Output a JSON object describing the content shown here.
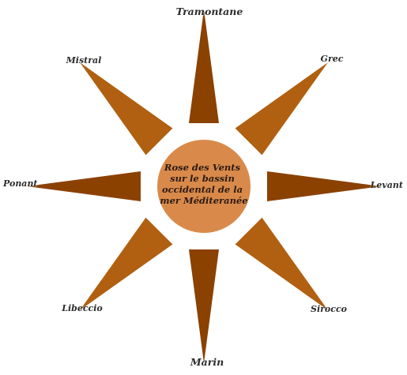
{
  "center": {
    "title_lines": [
      "Rose des Vents",
      "sur le bassin",
      "occidental de la",
      "mer Méditeranée"
    ],
    "fill_color": "#d98a4a"
  },
  "colors": {
    "cardinal_point": "#8b4100",
    "ordinal_point": "#b06010",
    "ring": "#ffffff"
  },
  "winds": [
    {
      "id": "tramontane",
      "label": "Tramontane",
      "kind": "cardinal",
      "direction_deg": 0
    },
    {
      "id": "grec",
      "label": "Grec",
      "kind": "ordinal",
      "direction_deg": 45
    },
    {
      "id": "levant",
      "label": "Levant",
      "kind": "cardinal",
      "direction_deg": 90
    },
    {
      "id": "sirocco",
      "label": "Sirocco",
      "kind": "ordinal",
      "direction_deg": 135
    },
    {
      "id": "marin",
      "label": "Marin",
      "kind": "cardinal",
      "direction_deg": 180
    },
    {
      "id": "libeccio",
      "label": "Libeccio",
      "kind": "ordinal",
      "direction_deg": 225
    },
    {
      "id": "ponant",
      "label": "Ponant",
      "kind": "cardinal",
      "direction_deg": 270
    },
    {
      "id": "mistral",
      "label": "Mistral",
      "kind": "ordinal",
      "direction_deg": 315
    }
  ]
}
